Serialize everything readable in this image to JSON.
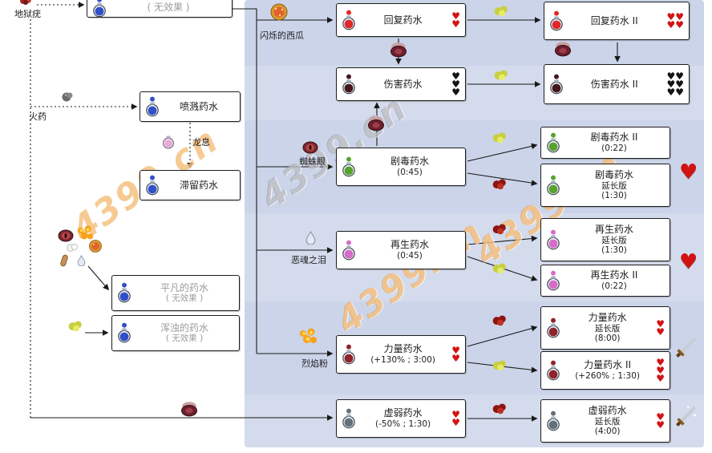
{
  "watermark": "4399.cn",
  "colors": {
    "water": "#3050c8",
    "healing": "#e02828",
    "harming": "#46161c",
    "poison": "#58a22e",
    "regen": "#d66cc8",
    "strength": "#90242a",
    "weakness": "#647078",
    "dragon_breath": "#e8a8d8",
    "glowstone": "#c8cf3e",
    "redstone": "#8e1410",
    "heart_red": "#d21414",
    "heart_black": "#141414",
    "panel_bg": "#cbd4e9",
    "watermark_orange": "#f09628"
  },
  "icons": {
    "heart_glyph": "♥",
    "right_markers": [
      "health-heart",
      "health-heart",
      "attack-sword",
      "attack-sword"
    ],
    "modifier_icons": [
      "glowstone-dust",
      "redstone-dust",
      "fermented-spider-eye"
    ]
  },
  "ingredients": {
    "nether_wart": "地狱疣",
    "gunpowder": "火药",
    "dragon_breath": "龙息",
    "glistering_melon": "闪烁的西瓜",
    "spider_eye": "蜘蛛眼",
    "ghast_tear": "恶魂之泪",
    "blaze_powder": "烈焰粉"
  },
  "potions": {
    "awkward": {
      "lines": [
        "( 无效果 )"
      ]
    },
    "splash": {
      "lines": [
        "喷溅药水"
      ]
    },
    "lingering": {
      "lines": [
        "滞留药水"
      ]
    },
    "mundane": {
      "lines": [
        "平凡的药水",
        "( 无效果 )"
      ]
    },
    "thick": {
      "lines": [
        "浑浊的药水",
        "( 无效果 )"
      ]
    },
    "healing": {
      "lines": [
        "回复药水"
      ],
      "hearts": 2
    },
    "healing2": {
      "lines": [
        "回复药水 II"
      ],
      "hearts": 4
    },
    "harming": {
      "lines": [
        "伤害药水"
      ],
      "hearts": 3
    },
    "harming2": {
      "lines": [
        "伤害药水 II"
      ],
      "hearts": 6
    },
    "poison": {
      "lines": [
        "剧毒药水",
        "(0:45)"
      ]
    },
    "poison2": {
      "lines": [
        "剧毒药水 II",
        "(0:22)"
      ]
    },
    "poison_ext": {
      "lines": [
        "剧毒药水",
        "延长版",
        "(1:30)"
      ]
    },
    "regen": {
      "lines": [
        "再生药水",
        "(0:45)"
      ]
    },
    "regen_ext": {
      "lines": [
        "再生药水",
        "延长版",
        "(1:30)"
      ]
    },
    "regen2": {
      "lines": [
        "再生药水 II",
        "(0:22)"
      ]
    },
    "strength": {
      "lines": [
        "力量药水",
        "(+130% ; 3:00)"
      ],
      "hearts": 2
    },
    "strength_ext": {
      "lines": [
        "力量药水",
        "延长版",
        "(8:00)"
      ],
      "hearts": 2
    },
    "strength2": {
      "lines": [
        "力量药水 II",
        "(+260% ; 1:30)"
      ],
      "hearts": 3
    },
    "weakness": {
      "lines": [
        "虚弱药水",
        "(-50% ; 1:30)"
      ],
      "hearts": 2
    },
    "weakness_ext": {
      "lines": [
        "虚弱药水",
        "延长版",
        "(4:00)"
      ],
      "hearts": 2
    }
  }
}
